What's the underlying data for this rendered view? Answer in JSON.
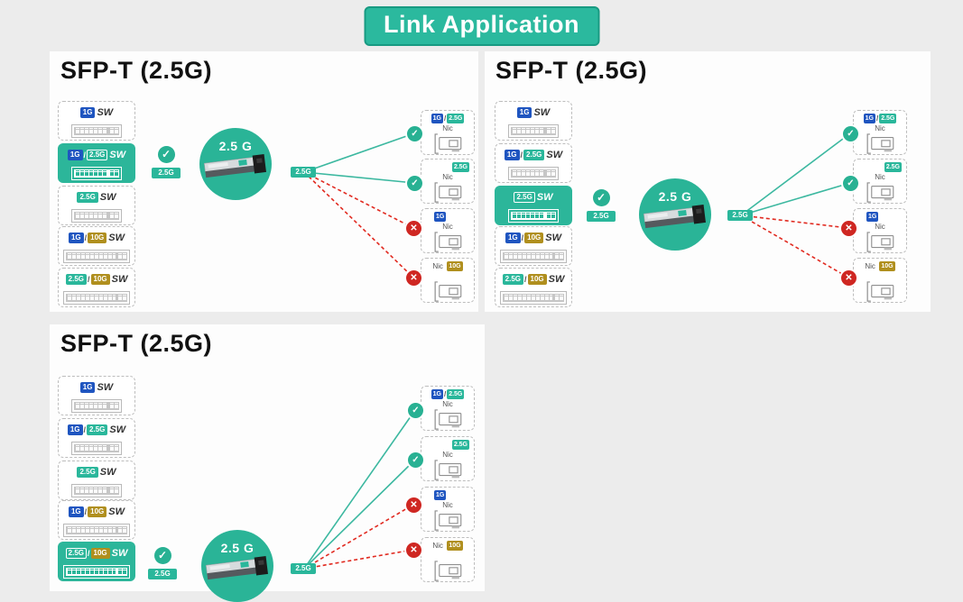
{
  "title": "Link Application",
  "sep": "/",
  "icons": {
    "check": "✓",
    "cross": "✕",
    "transceiver": "sfp-t-copper-module"
  },
  "colors": {
    "teal": "#2ab79b",
    "blue": "#1f55c0",
    "gold": "#b08f1e",
    "red": "#cf2722",
    "panel_bg": "#fdfdfd",
    "page_bg": "#ececec"
  },
  "panels": [
    {
      "heading": "SFP-T (2.5G)",
      "highlighted_switch": "1G / 2.5G SW",
      "check_label": "2.5G",
      "module_speed": "2.5 G",
      "link_label": "2.5G",
      "switches": [
        {
          "b1": "1G",
          "label": "SW"
        },
        {
          "b1": "1G",
          "b2": "2.5G",
          "label": "SW"
        },
        {
          "b1": "2.5G",
          "label": "SW"
        },
        {
          "b1": "1G",
          "b2": "10G",
          "label": "SW"
        },
        {
          "b1": "2.5G",
          "b2": "10G",
          "label": "SW"
        }
      ],
      "nics": [
        {
          "b1": "1G",
          "b2": "2.5G",
          "label": "Nic",
          "result": "compatible"
        },
        {
          "b1": "2.5G",
          "label": "Nic",
          "result": "compatible"
        },
        {
          "b1": "1G",
          "label": "Nic",
          "result": "incompatible"
        },
        {
          "b1": "10G",
          "label": "Nic",
          "result": "incompatible"
        }
      ]
    },
    {
      "heading": "SFP-T (2.5G)",
      "highlighted_switch": "2.5G SW",
      "check_label": "2.5G",
      "module_speed": "2.5 G",
      "link_label": "2.5G",
      "switches": [
        {
          "b1": "1G",
          "label": "SW"
        },
        {
          "b1": "1G",
          "b2": "2.5G",
          "label": "SW"
        },
        {
          "b1": "2.5G",
          "label": "SW"
        },
        {
          "b1": "1G",
          "b2": "10G",
          "label": "SW"
        },
        {
          "b1": "2.5G",
          "b2": "10G",
          "label": "SW"
        }
      ],
      "nics": [
        {
          "b1": "1G",
          "b2": "2.5G",
          "label": "Nic",
          "result": "compatible"
        },
        {
          "b1": "2.5G",
          "label": "Nic",
          "result": "compatible"
        },
        {
          "b1": "1G",
          "label": "Nic",
          "result": "incompatible"
        },
        {
          "b1": "10G",
          "label": "Nic",
          "result": "incompatible"
        }
      ]
    },
    {
      "heading": "SFP-T (2.5G)",
      "highlighted_switch": "2.5G / 10G SW",
      "check_label": "2.5G",
      "module_speed": "2.5 G",
      "link_label": "2.5G",
      "switches": [
        {
          "b1": "1G",
          "label": "SW"
        },
        {
          "b1": "1G",
          "b2": "2.5G",
          "label": "SW"
        },
        {
          "b1": "2.5G",
          "label": "SW"
        },
        {
          "b1": "1G",
          "b2": "10G",
          "label": "SW"
        },
        {
          "b1": "2.5G",
          "b2": "10G",
          "label": "SW"
        }
      ],
      "nics": [
        {
          "b1": "1G",
          "b2": "2.5G",
          "label": "Nic",
          "result": "compatible"
        },
        {
          "b1": "2.5G",
          "label": "Nic",
          "result": "compatible"
        },
        {
          "b1": "1G",
          "label": "Nic",
          "result": "incompatible"
        },
        {
          "b1": "10G",
          "label": "Nic",
          "result": "incompatible"
        }
      ]
    }
  ]
}
